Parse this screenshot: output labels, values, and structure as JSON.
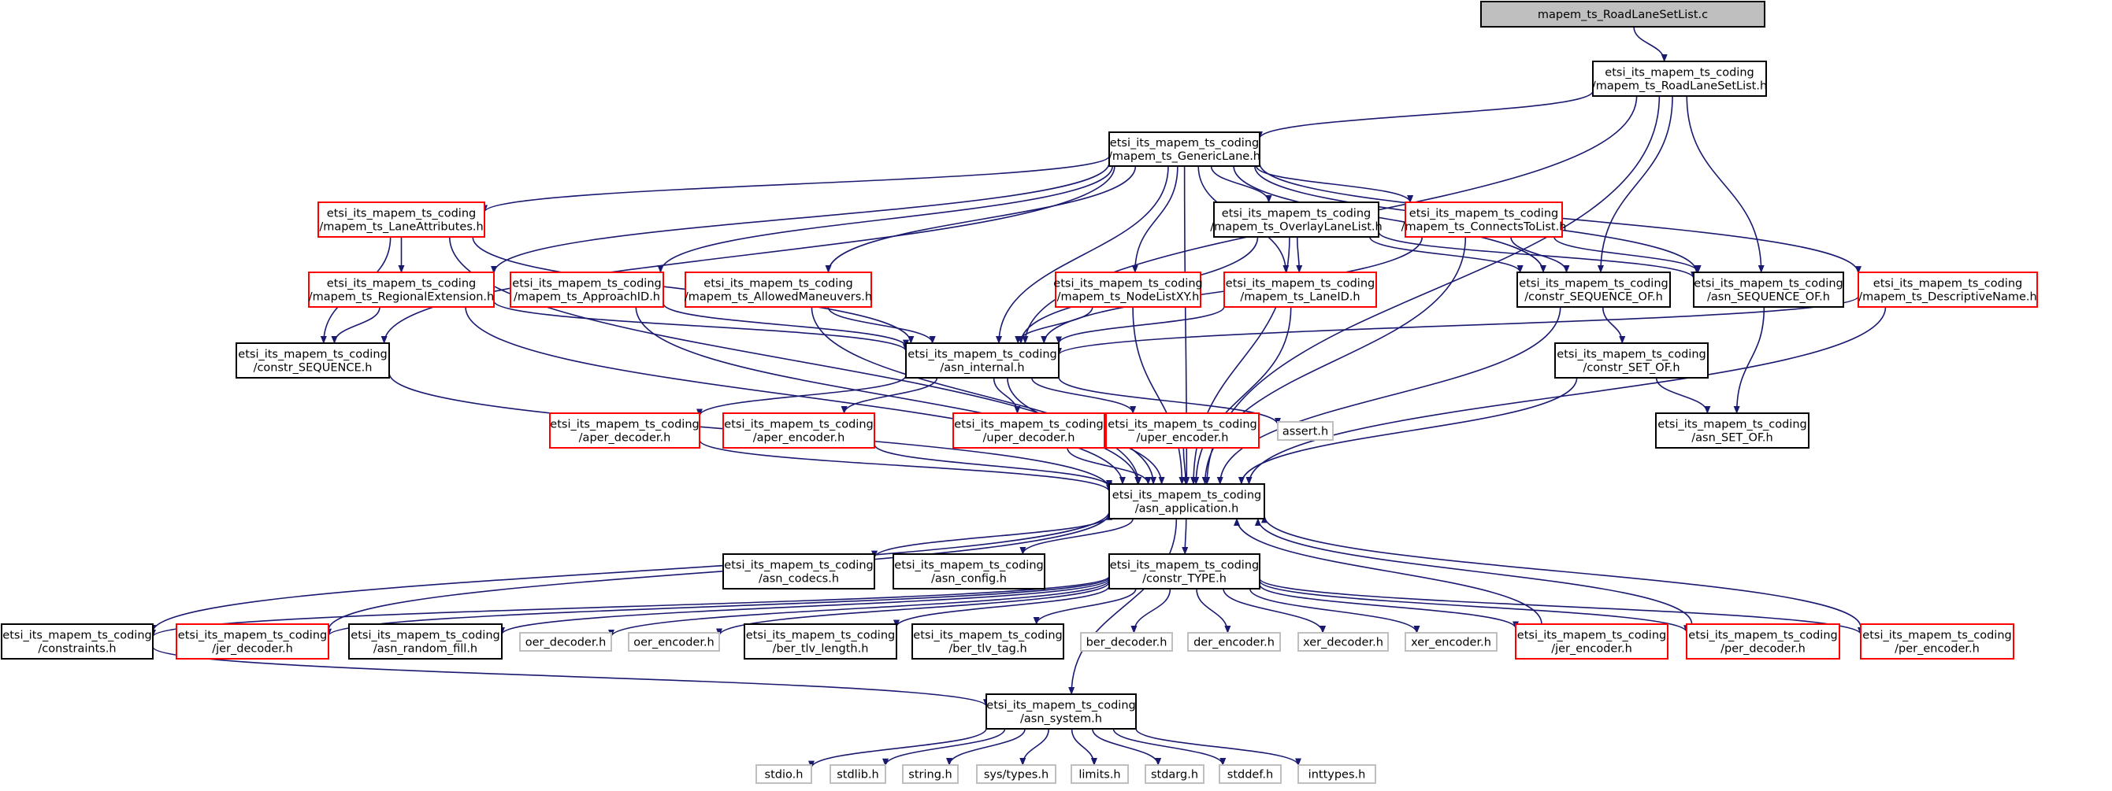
{
  "graph_title": "",
  "colors": {
    "edge": "#191970",
    "normal_border": "#000000",
    "missing_border": "#ff0000",
    "system_border": "#bfbfbf",
    "root_fill": "#bfbfbf",
    "node_fill": "#ffffff"
  },
  "nodes": [
    {
      "id": "root",
      "lines": [
        "mapem_ts_RoadLaneSetList.c"
      ],
      "kind": "root"
    },
    {
      "id": "roadlaneset",
      "lines": [
        "etsi_its_mapem_ts_coding",
        "/mapem_ts_RoadLaneSetList.h"
      ],
      "kind": "normal"
    },
    {
      "id": "genericlane",
      "lines": [
        "etsi_its_mapem_ts_coding",
        "/mapem_ts_GenericLane.h"
      ],
      "kind": "normal"
    },
    {
      "id": "laneattr",
      "lines": [
        "etsi_its_mapem_ts_coding",
        "/mapem_ts_LaneAttributes.h"
      ],
      "kind": "missing"
    },
    {
      "id": "overlay",
      "lines": [
        "etsi_its_mapem_ts_coding",
        "/mapem_ts_OverlayLaneList.h"
      ],
      "kind": "normal"
    },
    {
      "id": "connects",
      "lines": [
        "etsi_its_mapem_ts_coding",
        "/mapem_ts_ConnectsToList.h"
      ],
      "kind": "missing"
    },
    {
      "id": "regional",
      "lines": [
        "etsi_its_mapem_ts_coding",
        "/mapem_ts_RegionalExtension.h"
      ],
      "kind": "missing"
    },
    {
      "id": "approach",
      "lines": [
        "etsi_its_mapem_ts_coding",
        "/mapem_ts_ApproachID.h"
      ],
      "kind": "missing"
    },
    {
      "id": "allowed",
      "lines": [
        "etsi_its_mapem_ts_coding",
        "/mapem_ts_AllowedManeuvers.h"
      ],
      "kind": "missing"
    },
    {
      "id": "nodelist",
      "lines": [
        "etsi_its_mapem_ts_coding",
        "/mapem_ts_NodeListXY.h"
      ],
      "kind": "missing"
    },
    {
      "id": "laneid",
      "lines": [
        "etsi_its_mapem_ts_coding",
        "/mapem_ts_LaneID.h"
      ],
      "kind": "missing"
    },
    {
      "id": "constrseqof",
      "lines": [
        "etsi_its_mapem_ts_coding",
        "/constr_SEQUENCE_OF.h"
      ],
      "kind": "normal"
    },
    {
      "id": "asnseqof",
      "lines": [
        "etsi_its_mapem_ts_coding",
        "/asn_SEQUENCE_OF.h"
      ],
      "kind": "normal"
    },
    {
      "id": "descriptive",
      "lines": [
        "etsi_its_mapem_ts_coding",
        "/mapem_ts_DescriptiveName.h"
      ],
      "kind": "missing"
    },
    {
      "id": "constrseq",
      "lines": [
        "etsi_its_mapem_ts_coding",
        "/constr_SEQUENCE.h"
      ],
      "kind": "normal"
    },
    {
      "id": "asninternal",
      "lines": [
        "etsi_its_mapem_ts_coding",
        "/asn_internal.h"
      ],
      "kind": "normal"
    },
    {
      "id": "constrsetof",
      "lines": [
        "etsi_its_mapem_ts_coding",
        "/constr_SET_OF.h"
      ],
      "kind": "normal"
    },
    {
      "id": "asnsetof",
      "lines": [
        "etsi_its_mapem_ts_coding",
        "/asn_SET_OF.h"
      ],
      "kind": "normal"
    },
    {
      "id": "aperdec",
      "lines": [
        "etsi_its_mapem_ts_coding",
        "/aper_decoder.h"
      ],
      "kind": "missing"
    },
    {
      "id": "aperenc",
      "lines": [
        "etsi_its_mapem_ts_coding",
        "/aper_encoder.h"
      ],
      "kind": "missing"
    },
    {
      "id": "uperdec",
      "lines": [
        "etsi_its_mapem_ts_coding",
        "/uper_decoder.h"
      ],
      "kind": "missing"
    },
    {
      "id": "uperenc",
      "lines": [
        "etsi_its_mapem_ts_coding",
        "/uper_encoder.h"
      ],
      "kind": "missing"
    },
    {
      "id": "assert",
      "lines": [
        "assert.h"
      ],
      "kind": "system"
    },
    {
      "id": "asnapp",
      "lines": [
        "etsi_its_mapem_ts_coding",
        "/asn_application.h"
      ],
      "kind": "normal"
    },
    {
      "id": "codecs",
      "lines": [
        "etsi_its_mapem_ts_coding",
        "/asn_codecs.h"
      ],
      "kind": "normal"
    },
    {
      "id": "config",
      "lines": [
        "etsi_its_mapem_ts_coding",
        "/asn_config.h"
      ],
      "kind": "normal"
    },
    {
      "id": "constrtype",
      "lines": [
        "etsi_its_mapem_ts_coding",
        "/constr_TYPE.h"
      ],
      "kind": "normal"
    },
    {
      "id": "constraints",
      "lines": [
        "etsi_its_mapem_ts_coding",
        "/constraints.h"
      ],
      "kind": "normal"
    },
    {
      "id": "jerdec",
      "lines": [
        "etsi_its_mapem_ts_coding",
        "/jer_decoder.h"
      ],
      "kind": "missing"
    },
    {
      "id": "randomfill",
      "lines": [
        "etsi_its_mapem_ts_coding",
        "/asn_random_fill.h"
      ],
      "kind": "normal"
    },
    {
      "id": "oerdec",
      "lines": [
        "oer_decoder.h"
      ],
      "kind": "system"
    },
    {
      "id": "oerenc",
      "lines": [
        "oer_encoder.h"
      ],
      "kind": "system"
    },
    {
      "id": "bertlvlen",
      "lines": [
        "etsi_its_mapem_ts_coding",
        "/ber_tlv_length.h"
      ],
      "kind": "normal"
    },
    {
      "id": "bertlvtag",
      "lines": [
        "etsi_its_mapem_ts_coding",
        "/ber_tlv_tag.h"
      ],
      "kind": "normal"
    },
    {
      "id": "berdec",
      "lines": [
        "ber_decoder.h"
      ],
      "kind": "system"
    },
    {
      "id": "derenc",
      "lines": [
        "der_encoder.h"
      ],
      "kind": "system"
    },
    {
      "id": "xerdec",
      "lines": [
        "xer_decoder.h"
      ],
      "kind": "system"
    },
    {
      "id": "xerenc",
      "lines": [
        "xer_encoder.h"
      ],
      "kind": "system"
    },
    {
      "id": "jerenc",
      "lines": [
        "etsi_its_mapem_ts_coding",
        "/jer_encoder.h"
      ],
      "kind": "missing"
    },
    {
      "id": "perdec",
      "lines": [
        "etsi_its_mapem_ts_coding",
        "/per_decoder.h"
      ],
      "kind": "missing"
    },
    {
      "id": "perenc",
      "lines": [
        "etsi_its_mapem_ts_coding",
        "/per_encoder.h"
      ],
      "kind": "missing"
    },
    {
      "id": "asnsystem",
      "lines": [
        "etsi_its_mapem_ts_coding",
        "/asn_system.h"
      ],
      "kind": "normal"
    },
    {
      "id": "stdio",
      "lines": [
        "stdio.h"
      ],
      "kind": "system"
    },
    {
      "id": "stdlib",
      "lines": [
        "stdlib.h"
      ],
      "kind": "system"
    },
    {
      "id": "string",
      "lines": [
        "string.h"
      ],
      "kind": "system"
    },
    {
      "id": "systypes",
      "lines": [
        "sys/types.h"
      ],
      "kind": "system"
    },
    {
      "id": "limits",
      "lines": [
        "limits.h"
      ],
      "kind": "system"
    },
    {
      "id": "stdarg",
      "lines": [
        "stdarg.h"
      ],
      "kind": "system"
    },
    {
      "id": "stddef",
      "lines": [
        "stddef.h"
      ],
      "kind": "system"
    },
    {
      "id": "inttypes",
      "lines": [
        "inttypes.h"
      ],
      "kind": "system"
    }
  ],
  "edges": [
    [
      "root",
      "roadlaneset"
    ],
    [
      "roadlaneset",
      "genericlane"
    ],
    [
      "roadlaneset",
      "asninternal"
    ],
    [
      "roadlaneset",
      "constrseqof"
    ],
    [
      "roadlaneset",
      "asnseqof"
    ],
    [
      "roadlaneset",
      "asnapp"
    ],
    [
      "genericlane",
      "laneattr"
    ],
    [
      "genericlane",
      "constrseq"
    ],
    [
      "genericlane",
      "regional"
    ],
    [
      "genericlane",
      "approach"
    ],
    [
      "genericlane",
      "allowed"
    ],
    [
      "genericlane",
      "asninternal"
    ],
    [
      "genericlane",
      "nodelist"
    ],
    [
      "genericlane",
      "laneid"
    ],
    [
      "genericlane",
      "overlay"
    ],
    [
      "genericlane",
      "connects"
    ],
    [
      "genericlane",
      "constrseqof"
    ],
    [
      "genericlane",
      "asnseqof"
    ],
    [
      "genericlane",
      "descriptive"
    ],
    [
      "genericlane",
      "asnapp"
    ],
    [
      "laneattr",
      "regional"
    ],
    [
      "laneattr",
      "constrseq"
    ],
    [
      "laneattr",
      "asninternal"
    ],
    [
      "laneattr",
      "asnapp"
    ],
    [
      "regional",
      "constrseq"
    ],
    [
      "regional",
      "asninternal"
    ],
    [
      "regional",
      "asnapp"
    ],
    [
      "approach",
      "asninternal"
    ],
    [
      "approach",
      "asnapp"
    ],
    [
      "allowed",
      "asninternal"
    ],
    [
      "allowed",
      "asnapp"
    ],
    [
      "nodelist",
      "asninternal"
    ],
    [
      "nodelist",
      "asnapp"
    ],
    [
      "laneid",
      "asninternal"
    ],
    [
      "laneid",
      "asnapp"
    ],
    [
      "overlay",
      "laneid"
    ],
    [
      "overlay",
      "asninternal"
    ],
    [
      "overlay",
      "constrseqof"
    ],
    [
      "overlay",
      "asnseqof"
    ],
    [
      "overlay",
      "asnapp"
    ],
    [
      "connects",
      "asninternal"
    ],
    [
      "connects",
      "constrseqof"
    ],
    [
      "connects",
      "asnseqof"
    ],
    [
      "connects",
      "asnapp"
    ],
    [
      "descriptive",
      "asninternal"
    ],
    [
      "descriptive",
      "asnapp"
    ],
    [
      "constrseq",
      "asnapp"
    ],
    [
      "constrseqof",
      "constrsetof"
    ],
    [
      "constrseqof",
      "asnapp"
    ],
    [
      "asnseqof",
      "asnsetof"
    ],
    [
      "constrsetof",
      "asnsetof"
    ],
    [
      "constrsetof",
      "asnapp"
    ],
    [
      "asninternal",
      "aperdec"
    ],
    [
      "asninternal",
      "aperenc"
    ],
    [
      "asninternal",
      "uperdec"
    ],
    [
      "asninternal",
      "uperenc"
    ],
    [
      "asninternal",
      "assert"
    ],
    [
      "asninternal",
      "asnapp"
    ],
    [
      "aperdec",
      "asnapp"
    ],
    [
      "aperenc",
      "asnapp"
    ],
    [
      "uperdec",
      "asnapp"
    ],
    [
      "uperenc",
      "asnapp"
    ],
    [
      "asnapp",
      "codecs"
    ],
    [
      "asnapp",
      "config"
    ],
    [
      "asnapp",
      "constrtype"
    ],
    [
      "asnapp",
      "constraints"
    ],
    [
      "asnapp",
      "asnsystem"
    ],
    [
      "constrtype",
      "constraints"
    ],
    [
      "constrtype",
      "jerdec"
    ],
    [
      "constrtype",
      "randomfill"
    ],
    [
      "constrtype",
      "oerdec"
    ],
    [
      "constrtype",
      "oerenc"
    ],
    [
      "constrtype",
      "bertlvlen"
    ],
    [
      "constrtype",
      "bertlvtag"
    ],
    [
      "constrtype",
      "berdec"
    ],
    [
      "constrtype",
      "derenc"
    ],
    [
      "constrtype",
      "xerdec"
    ],
    [
      "constrtype",
      "xerenc"
    ],
    [
      "constrtype",
      "jerenc"
    ],
    [
      "constrtype",
      "perdec"
    ],
    [
      "constrtype",
      "perenc"
    ],
    [
      "jerdec",
      "asnapp"
    ],
    [
      "jerenc",
      "asnapp"
    ],
    [
      "perdec",
      "asnapp"
    ],
    [
      "perenc",
      "asnapp"
    ],
    [
      "constraints",
      "asnsystem"
    ],
    [
      "asnsystem",
      "stdio"
    ],
    [
      "asnsystem",
      "stdlib"
    ],
    [
      "asnsystem",
      "string"
    ],
    [
      "asnsystem",
      "systypes"
    ],
    [
      "asnsystem",
      "limits"
    ],
    [
      "asnsystem",
      "stdarg"
    ],
    [
      "asnsystem",
      "stddef"
    ],
    [
      "asnsystem",
      "inttypes"
    ]
  ]
}
